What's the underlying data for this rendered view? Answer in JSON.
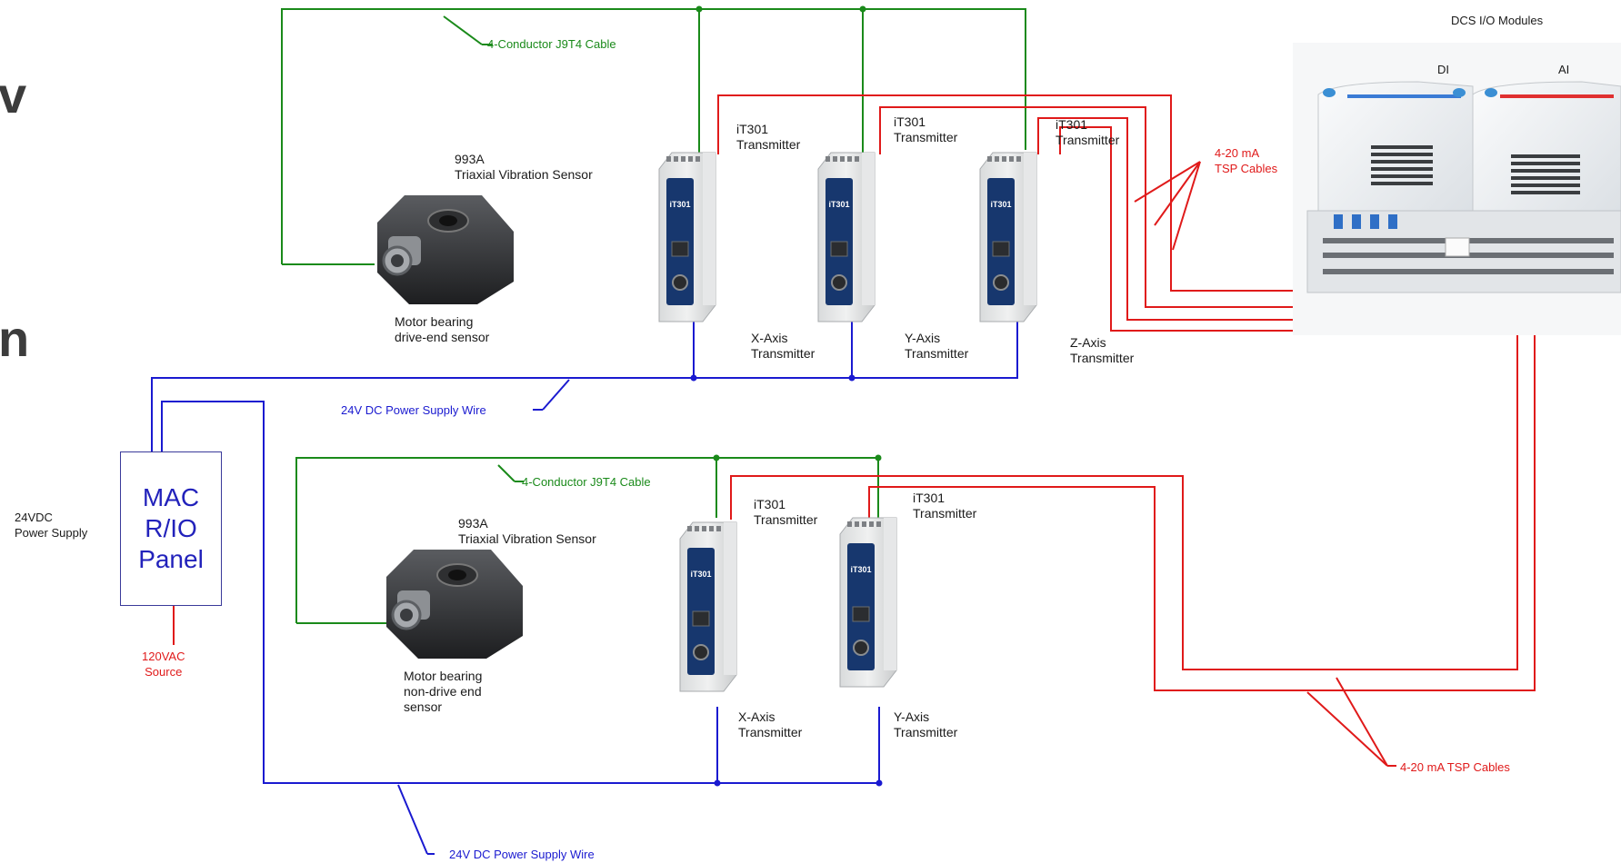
{
  "edge_letters": [
    "v",
    "n"
  ],
  "dcs": {
    "title": "DCS I/O Modules",
    "di": "DI",
    "ai": "AI"
  },
  "panel": {
    "text": "MAC\nR/IO\nPanel"
  },
  "power_supply": "24VDC\nPower Supply",
  "ac_source": "120VAC\nSource",
  "top": {
    "cable": "4-Conductor J9T4 Cable",
    "sensor_model": "993A\nTriaxial Vibration Sensor",
    "sensor_label": "Motor bearing\ndrive-end sensor",
    "transmitters": [
      {
        "name": "iT301\nTransmitter",
        "axis": "X-Axis\nTransmitter"
      },
      {
        "name": "iT301\nTransmitter",
        "axis": "Y-Axis\nTransmitter"
      },
      {
        "name": "iT301\nTransmitter",
        "axis": "Z-Axis\nTransmitter"
      }
    ],
    "tsp": "4-20 mA\nTSP Cables",
    "power_wire": "24V DC Power Supply Wire"
  },
  "bottom": {
    "cable": "4-Conductor J9T4 Cable",
    "sensor_model": "993A\nTriaxial Vibration Sensor",
    "sensor_label": "Motor bearing\nnon-drive end\nsensor",
    "transmitters": [
      {
        "name": "iT301\nTransmitter",
        "axis": "X-Axis\nTransmitter"
      },
      {
        "name": "iT301\nTransmitter",
        "axis": "Y-Axis\nTransmitter"
      }
    ],
    "tsp": "4-20 mA TSP Cables",
    "power_wire": "24V DC Power Supply Wire"
  },
  "device_text": "iT301",
  "colors": {
    "green": "#1a8a1a",
    "red": "#e01a1a",
    "blue": "#1a1ad0"
  }
}
